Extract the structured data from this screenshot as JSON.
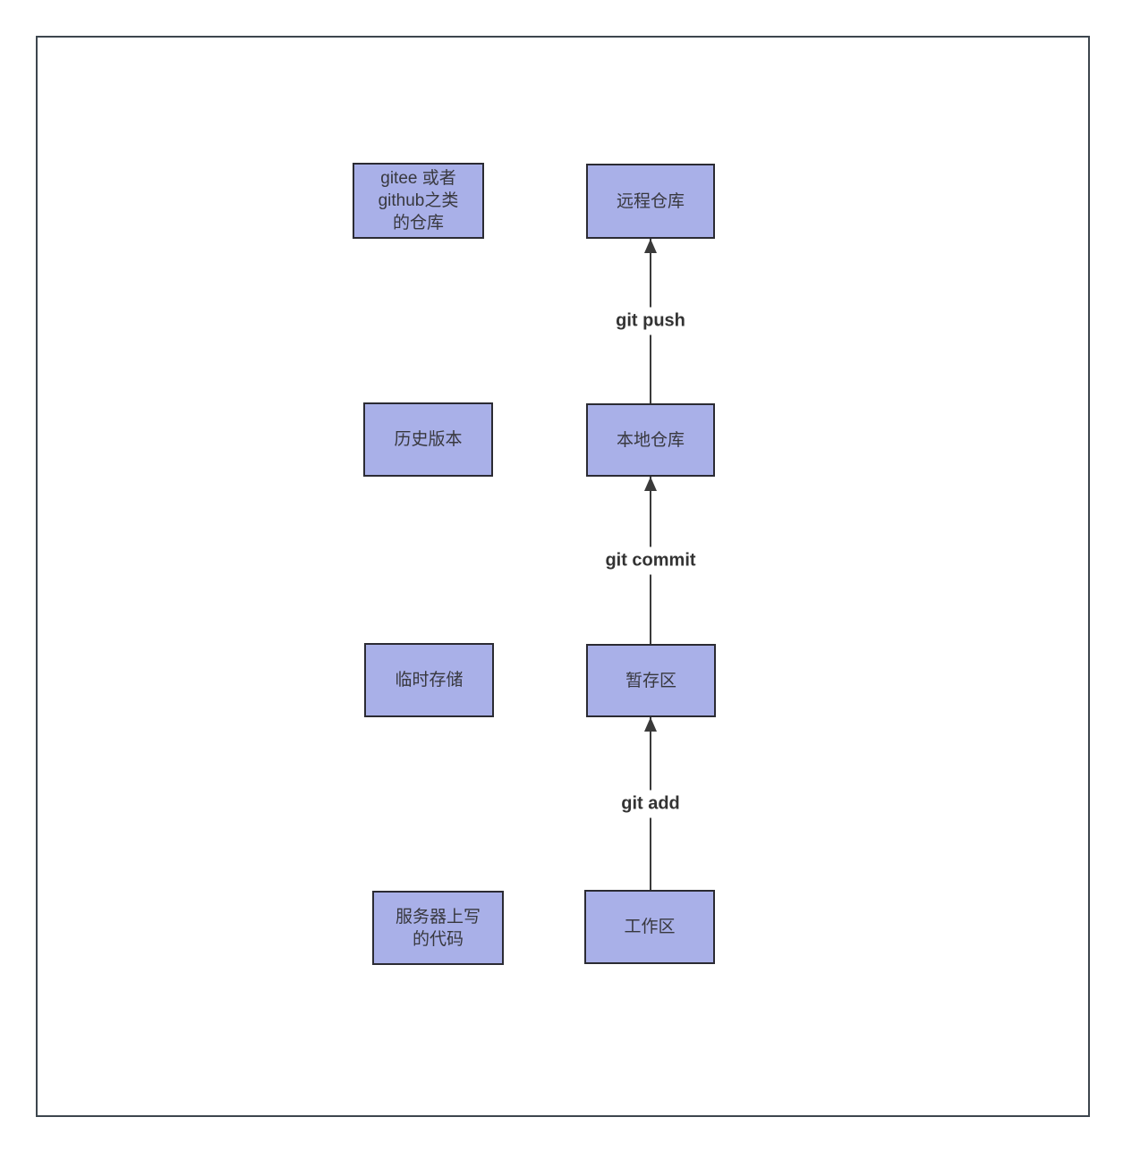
{
  "diagram": {
    "title": "git workflow diagram",
    "nodes": {
      "gitee": {
        "label": "gitee 或者\ngithub之类\n的仓库"
      },
      "remote": {
        "label": "远程仓库"
      },
      "history": {
        "label": "历史版本"
      },
      "local": {
        "label": "本地仓库"
      },
      "temp_storage": {
        "label": "临时存储"
      },
      "staging": {
        "label": "暂存区"
      },
      "server_code": {
        "label": "服务器上写\n的代码"
      },
      "workspace": {
        "label": "工作区"
      }
    },
    "edges": {
      "push": {
        "label": "git push",
        "from": "本地仓库",
        "to": "远程仓库"
      },
      "commit": {
        "label": "git commit",
        "from": "暂存区",
        "to": "本地仓库"
      },
      "add": {
        "label": "git add",
        "from": "工作区",
        "to": "暂存区"
      }
    },
    "colors": {
      "node_fill": "#a9b0e8",
      "node_border": "#2b2b33",
      "arrow": "#3a3a3a",
      "frame_border": "#3d464e",
      "label_text": "#38383e"
    }
  }
}
